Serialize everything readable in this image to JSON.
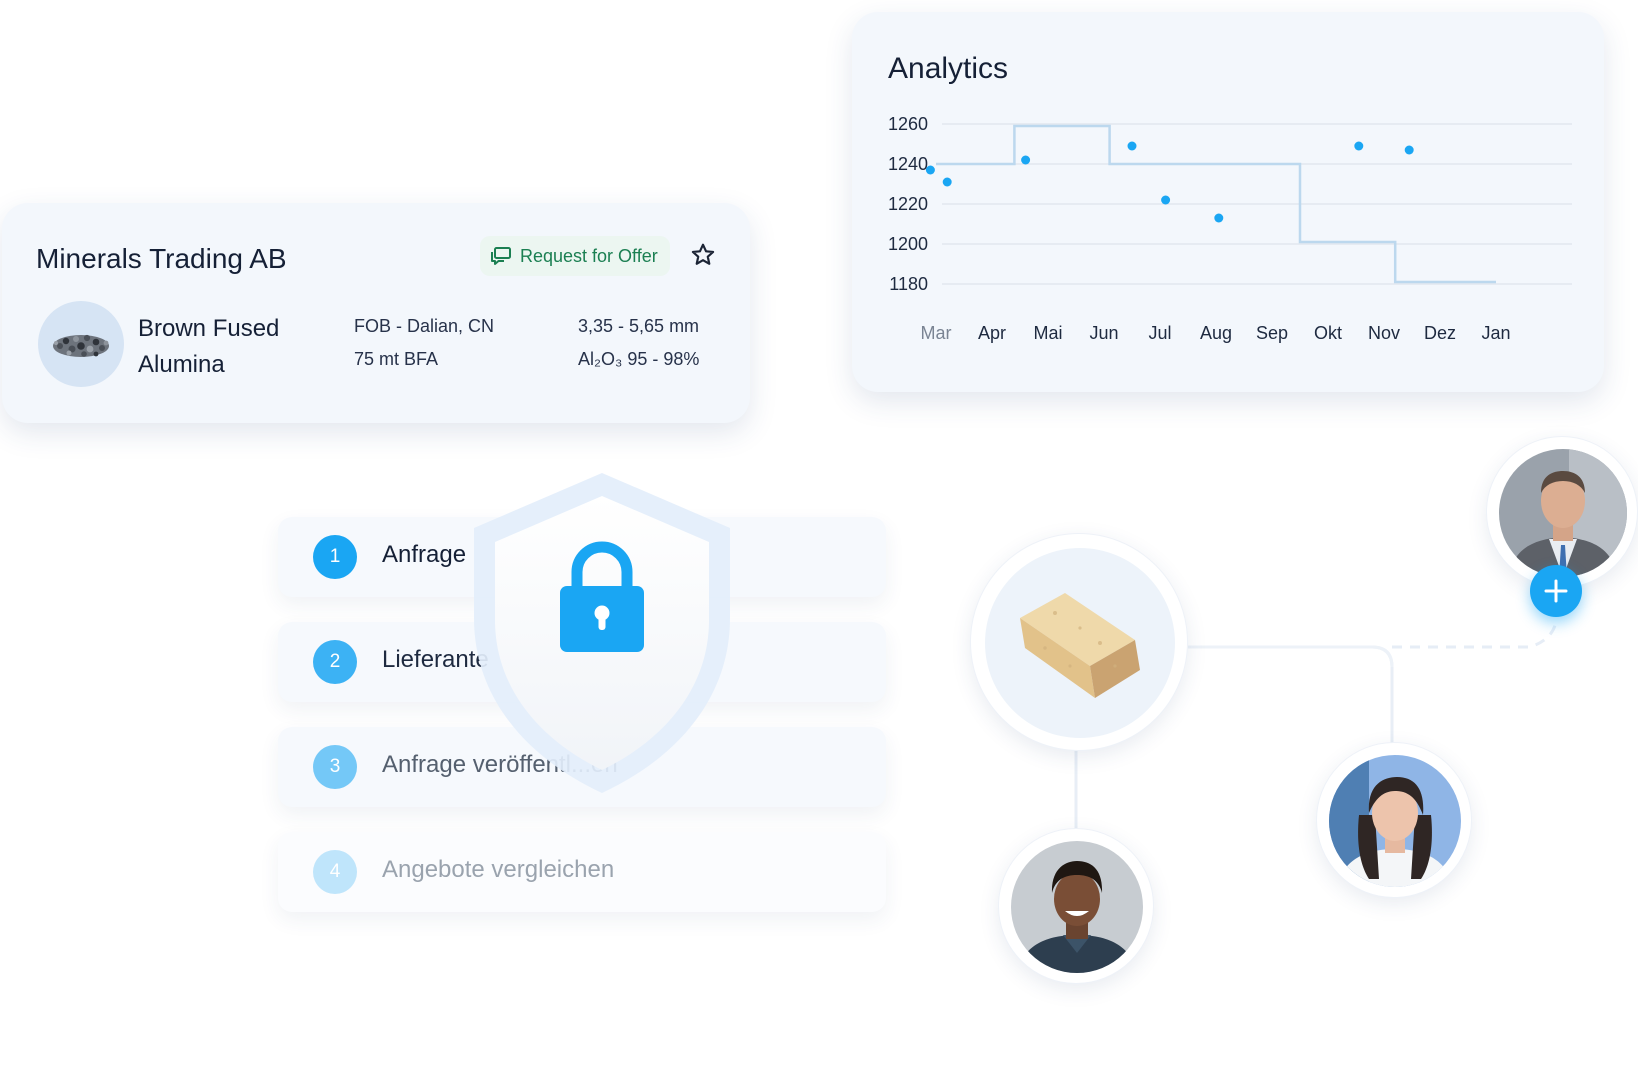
{
  "supplier": {
    "name": "Minerals Trading AB",
    "request_offer_label": "Request for Offer",
    "product_name": "Brown Fused Alumina",
    "incoterm": "FOB - Dalian, CN",
    "quantity": "75 mt BFA",
    "grain_size": "3,35 - 5,65 mm",
    "purity_compound": "Al₂O₃",
    "purity_range": "95 - 98%"
  },
  "analytics": {
    "title": "Analytics"
  },
  "chart_data": {
    "type": "scatter",
    "title": "Analytics",
    "xlabel": "",
    "ylabel": "",
    "categories": [
      "Mar",
      "Apr",
      "Mai",
      "Jun",
      "Jul",
      "Aug",
      "Sep",
      "Okt",
      "Nov",
      "Dez",
      "Jan"
    ],
    "y_ticks": [
      1260,
      1240,
      1220,
      1200,
      1180
    ],
    "ylim": [
      1180,
      1260
    ],
    "grid": true,
    "series": [
      {
        "kind": "step",
        "points": [
          {
            "x": 0.0,
            "y": 1240
          },
          {
            "x": 1.4,
            "y": 1240
          },
          {
            "x": 1.4,
            "y": 1259
          },
          {
            "x": 3.1,
            "y": 1259
          },
          {
            "x": 3.1,
            "y": 1240
          },
          {
            "x": 6.5,
            "y": 1240
          },
          {
            "x": 6.5,
            "y": 1201
          },
          {
            "x": 8.2,
            "y": 1201
          },
          {
            "x": 8.2,
            "y": 1181
          },
          {
            "x": 10.0,
            "y": 1181
          }
        ]
      },
      {
        "kind": "points",
        "points": [
          {
            "x": -0.1,
            "y": 1237
          },
          {
            "x": 0.2,
            "y": 1231
          },
          {
            "x": 1.6,
            "y": 1242
          },
          {
            "x": 3.5,
            "y": 1249
          },
          {
            "x": 4.1,
            "y": 1222
          },
          {
            "x": 5.05,
            "y": 1213
          },
          {
            "x": 7.55,
            "y": 1249
          },
          {
            "x": 8.45,
            "y": 1247
          }
        ]
      }
    ]
  },
  "steps": [
    {
      "number": "1",
      "label": "Anfrage"
    },
    {
      "number": "2",
      "label": "Lieferante"
    },
    {
      "number": "3",
      "label": "Anfrage veröffentl...en"
    },
    {
      "number": "4",
      "label": "Angebote vergleichen"
    }
  ],
  "colors": {
    "accent": "#1aa6f3",
    "success": "#1b7f52",
    "card_bg": "#f3f7fc",
    "step_line": "#bcd8ee",
    "grid": "#e1e7ef"
  },
  "icons": {
    "offer": "chat-bubbles-icon",
    "favorite": "star-outline-icon",
    "security": "shield-lock-icon",
    "add": "plus-icon"
  }
}
